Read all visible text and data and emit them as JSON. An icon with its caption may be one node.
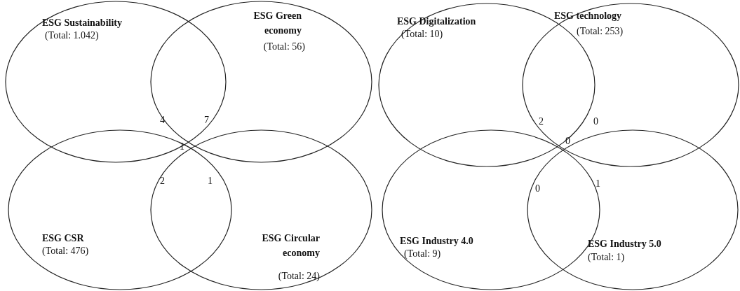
{
  "diagram": {
    "nodes": [
      {
        "text": [
          "ESG Sustainability",
          "(Total: 1.042)"
        ]
      },
      {
        "text": [
          "ESG Green economy",
          "(Total: 56)"
        ]
      },
      {
        "text": [
          "ESG CSR",
          "(Total: 476)"
        ]
      },
      {
        "text": [
          "ESG Circular economy",
          "(Total: 24)"
        ]
      },
      {
        "text": [
          "ESG Digitalization",
          "(Total: 10)"
        ]
      },
      {
        "text": [
          "ESG technology",
          "(Total: 253)"
        ]
      },
      {
        "text": [
          "ESG Industry 4.0",
          "(Total: 9)"
        ]
      },
      {
        "text": [
          "ESG Industry 5.0",
          "(Total: 1)"
        ]
      }
    ],
    "labels": [
      "4",
      "7",
      "1",
      "2",
      "1",
      "2",
      "0",
      "0",
      "0",
      "1"
    ]
  }
}
